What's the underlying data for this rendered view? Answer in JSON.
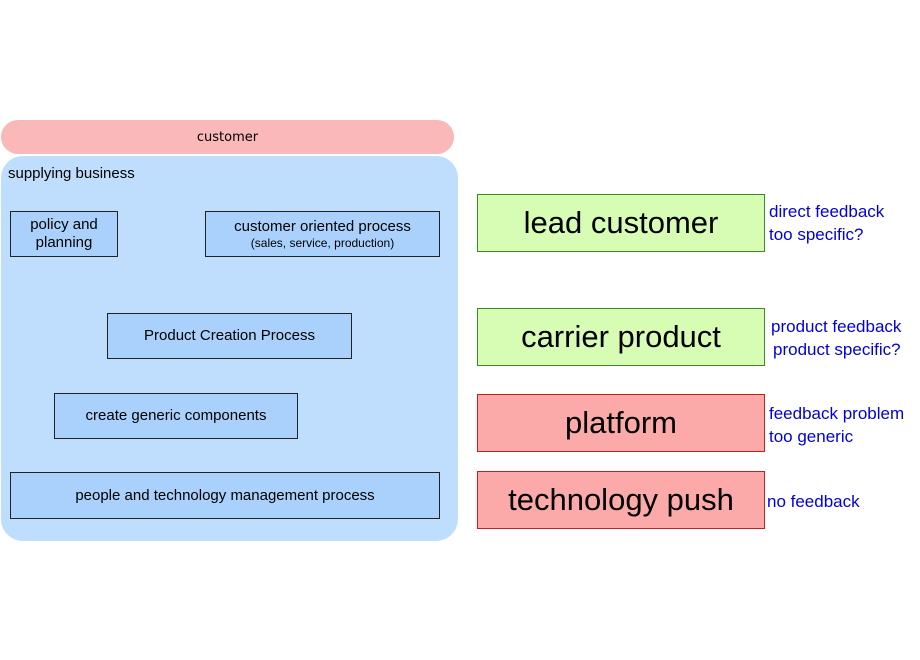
{
  "customer": {
    "label": "customer"
  },
  "supplying_business": {
    "label": "supplying business",
    "processes": {
      "policy": "policy and planning",
      "customer_oriented": "customer oriented process",
      "customer_oriented_sub": "(sales, service, production)",
      "product_creation": "Product Creation Process",
      "generic_components": "create generic components",
      "people_tech": "people and technology management process"
    }
  },
  "categories": [
    {
      "label": "lead customer",
      "note1": "direct feedback",
      "note2": "too specific?",
      "color": "#d7fdb5"
    },
    {
      "label": "carrier product",
      "note1": "product feedback",
      "note2": "product specific?",
      "color": "#d7fdb5"
    },
    {
      "label": "platform",
      "note1": "feedback problem",
      "note2": "too generic",
      "color": "#fba9a9"
    },
    {
      "label": "technology push",
      "note1": "no feedback",
      "color": "#fba9a9"
    }
  ]
}
